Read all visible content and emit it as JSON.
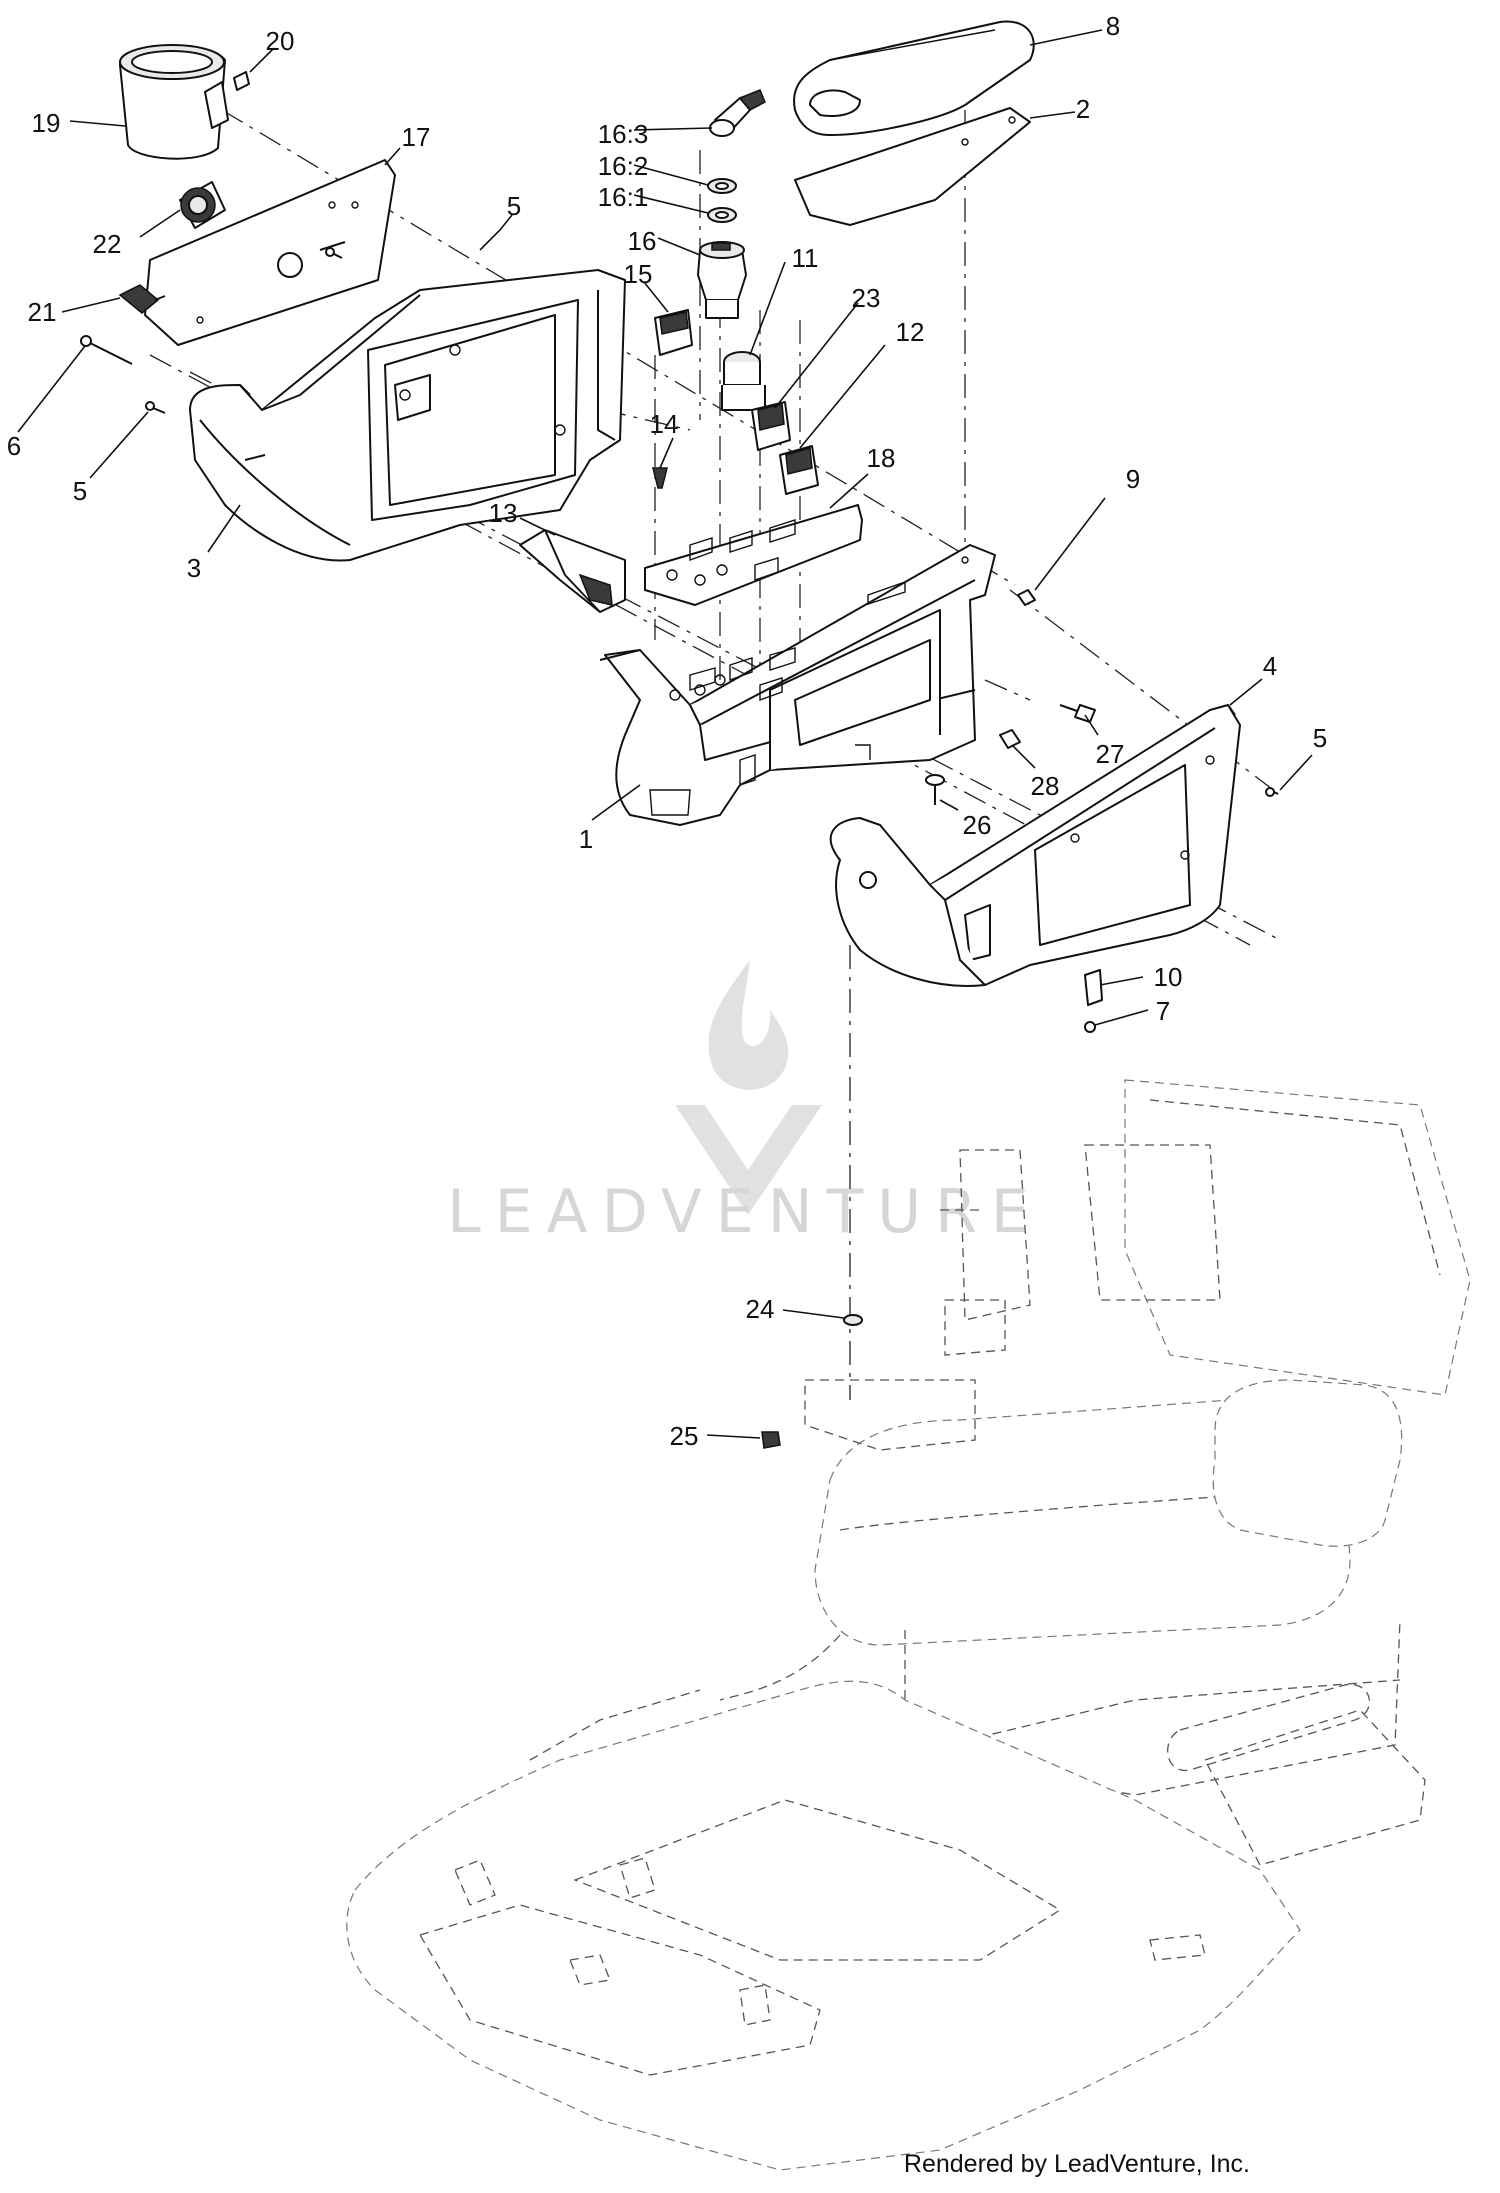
{
  "watermark": {
    "text": "LEADVENTURE"
  },
  "credit": "Rendered by LeadVenture, Inc.",
  "callouts": {
    "c1": "1",
    "c2": "2",
    "c3": "3",
    "c4": "4",
    "c5a": "5",
    "c5b": "5",
    "c5c": "5",
    "c6": "6",
    "c7": "7",
    "c8": "8",
    "c9": "9",
    "c10": "10",
    "c11": "11",
    "c12": "12",
    "c13": "13",
    "c14": "14",
    "c15": "15",
    "c16": "16",
    "c16_1": "16:1",
    "c16_2": "16:2",
    "c16_3": "16:3",
    "c17": "17",
    "c18": "18",
    "c19": "19",
    "c20": "20",
    "c21": "21",
    "c22": "22",
    "c23": "23",
    "c24": "24",
    "c25": "25",
    "c26": "26",
    "c27": "27",
    "c28": "28"
  }
}
